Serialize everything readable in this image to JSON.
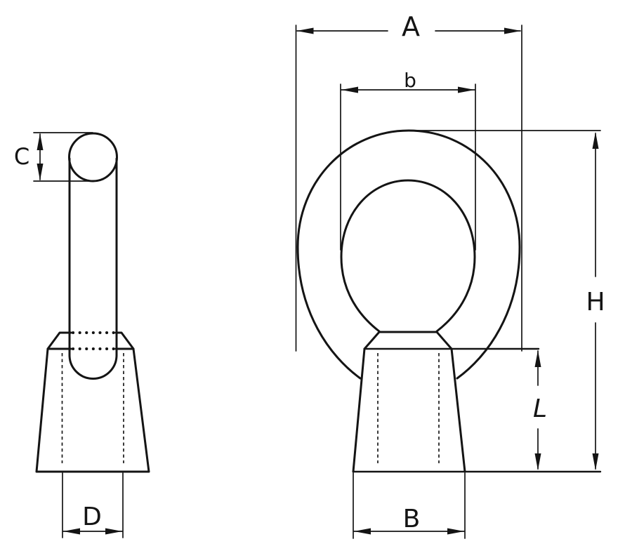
{
  "colors": {
    "line": "#141414",
    "background": "#ffffff"
  },
  "dimensions": {
    "outer_width": "A",
    "inner_width": "b",
    "ring_section": "C",
    "thread_diameter": "D",
    "total_height": "H",
    "base_height": "L",
    "base_width": "B"
  }
}
